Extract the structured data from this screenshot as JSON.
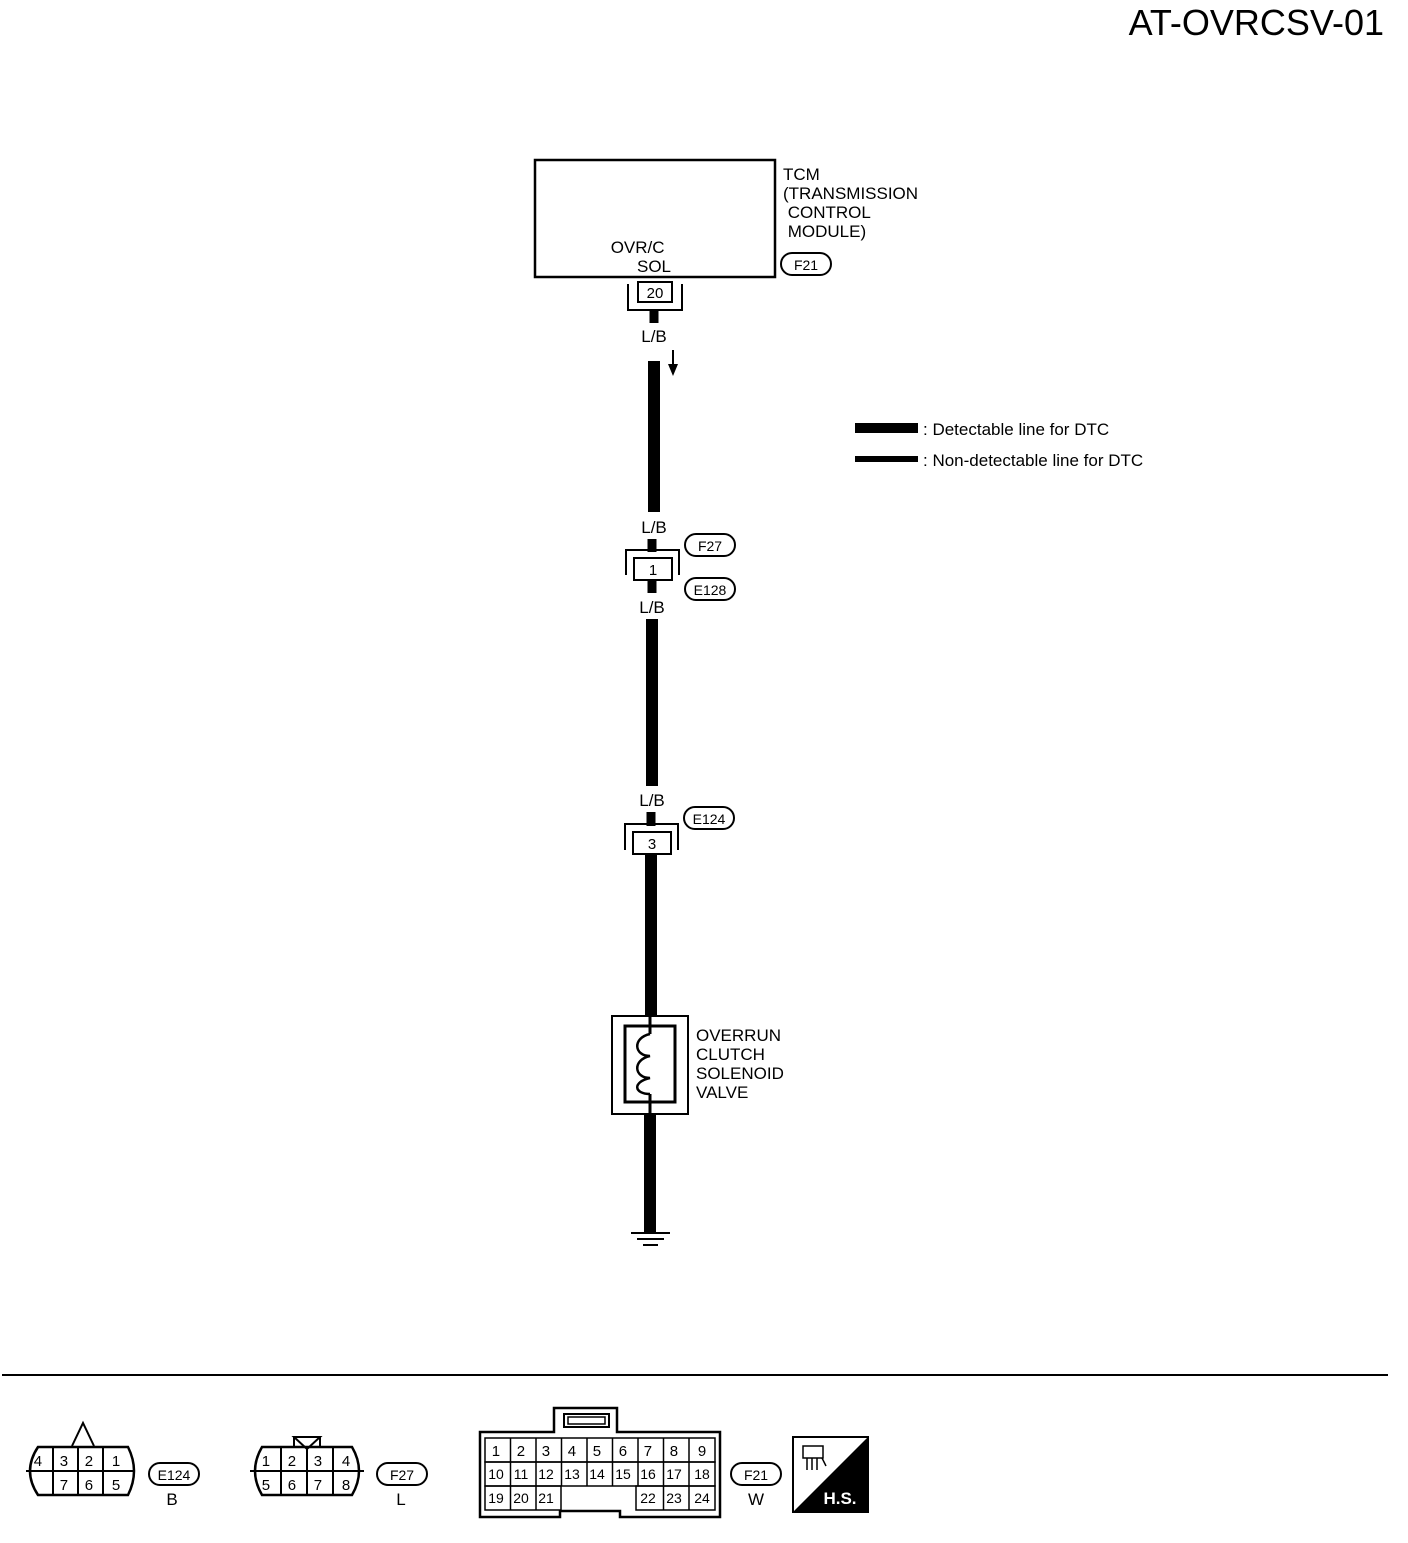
{
  "diagram_id": "AT-OVRCSV-01",
  "tcm": {
    "name_lines": [
      "TCM",
      "(TRANSMISSION",
      " CONTROL",
      " MODULE)"
    ],
    "terminal_lines": [
      "OVR/C",
      "SOL"
    ],
    "connector": "F21",
    "pin": "20"
  },
  "wire_color": "L/B",
  "joint_connector": {
    "pin": "1",
    "upper": "F27",
    "lower": "E128"
  },
  "solenoid_connector": {
    "pin": "3",
    "id": "E124"
  },
  "solenoid": {
    "name_lines": [
      "OVERRUN",
      "CLUTCH",
      "SOLENOID",
      "VALVE"
    ]
  },
  "legend": {
    "detectable": ": Detectable line for DTC",
    "non_detectable": ": Non-detectable line for DTC"
  },
  "connector_views": {
    "e124": {
      "id": "E124",
      "color": "B",
      "top_pins": [
        "4",
        "3",
        "2",
        "1"
      ],
      "bottom_pins": [
        "7",
        "6",
        "5"
      ]
    },
    "f27": {
      "id": "F27",
      "color": "L",
      "top_pins": [
        "1",
        "2",
        "3",
        "4"
      ],
      "bottom_pins": [
        "5",
        "6",
        "7",
        "8"
      ]
    },
    "f21": {
      "id": "F21",
      "color": "W",
      "row1": [
        "1",
        "2",
        "3",
        "4",
        "5",
        "6",
        "7",
        "8",
        "9"
      ],
      "row2": [
        "10",
        "11",
        "12",
        "13",
        "14",
        "15",
        "16",
        "17",
        "18"
      ],
      "row3": [
        "19",
        "20",
        "21",
        "22",
        "23",
        "24"
      ]
    },
    "hs_badge": "H.S."
  }
}
